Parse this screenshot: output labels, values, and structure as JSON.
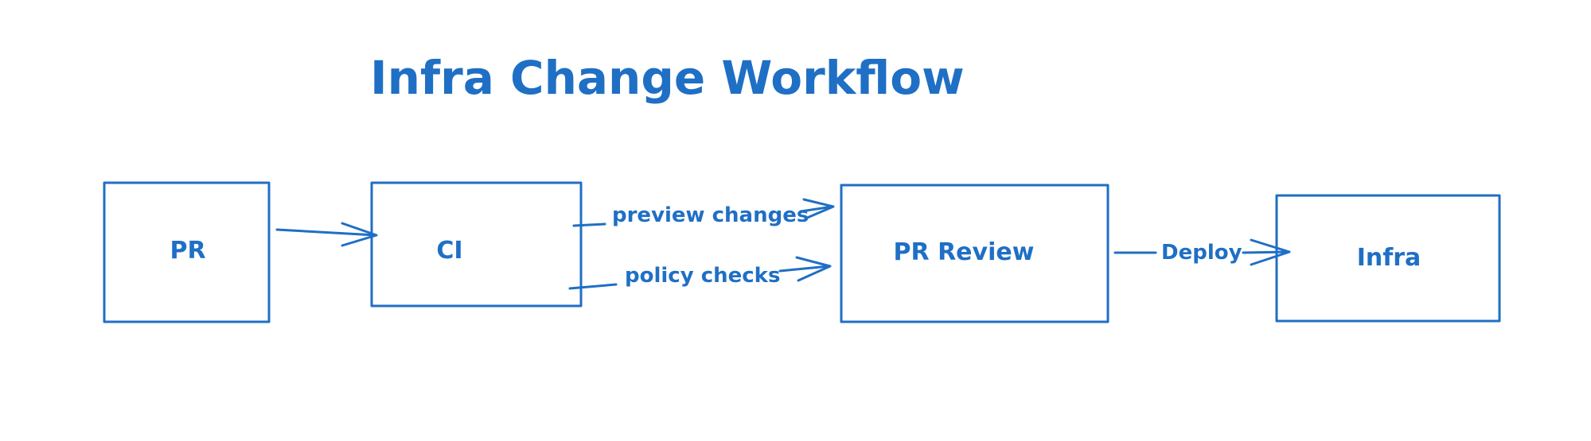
{
  "title": "Infra Change Workflow",
  "nodes": {
    "pr": "PR",
    "ci": "CI",
    "pr_review": "PR Review",
    "infra": "Infra"
  },
  "edges": {
    "preview": "preview changes",
    "policy": "policy checks",
    "deploy": "Deploy"
  },
  "colors": {
    "ink": "#1f6fc5",
    "background": "#ffffff"
  }
}
